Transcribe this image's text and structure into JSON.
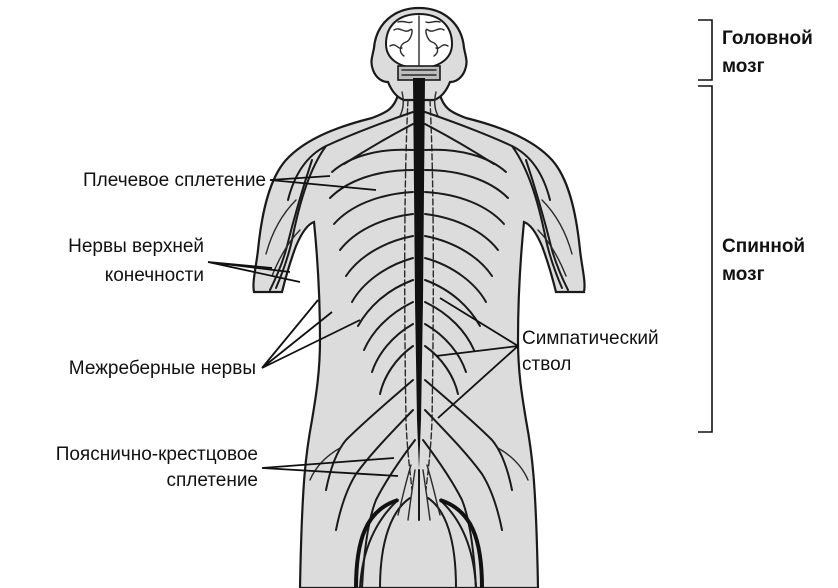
{
  "labels": {
    "brachial_plexus": "Плечевое сплетение",
    "upper_limb_nerves_line1": "Нервы верхней",
    "upper_limb_nerves_line2": "конечности",
    "intercostal_nerves": "Межреберные нервы",
    "lumbosacral_plexus_line1": "Пояснично-крестцовое",
    "lumbosacral_plexus_line2": "сплетение",
    "sympathetic_trunk_line1": "Симпатический",
    "sympathetic_trunk_line2": "ствол",
    "brain_line1": "Головной",
    "brain_line2": "мозг",
    "spinal_cord_line1": "Спинной",
    "spinal_cord_line2": "мозг"
  }
}
